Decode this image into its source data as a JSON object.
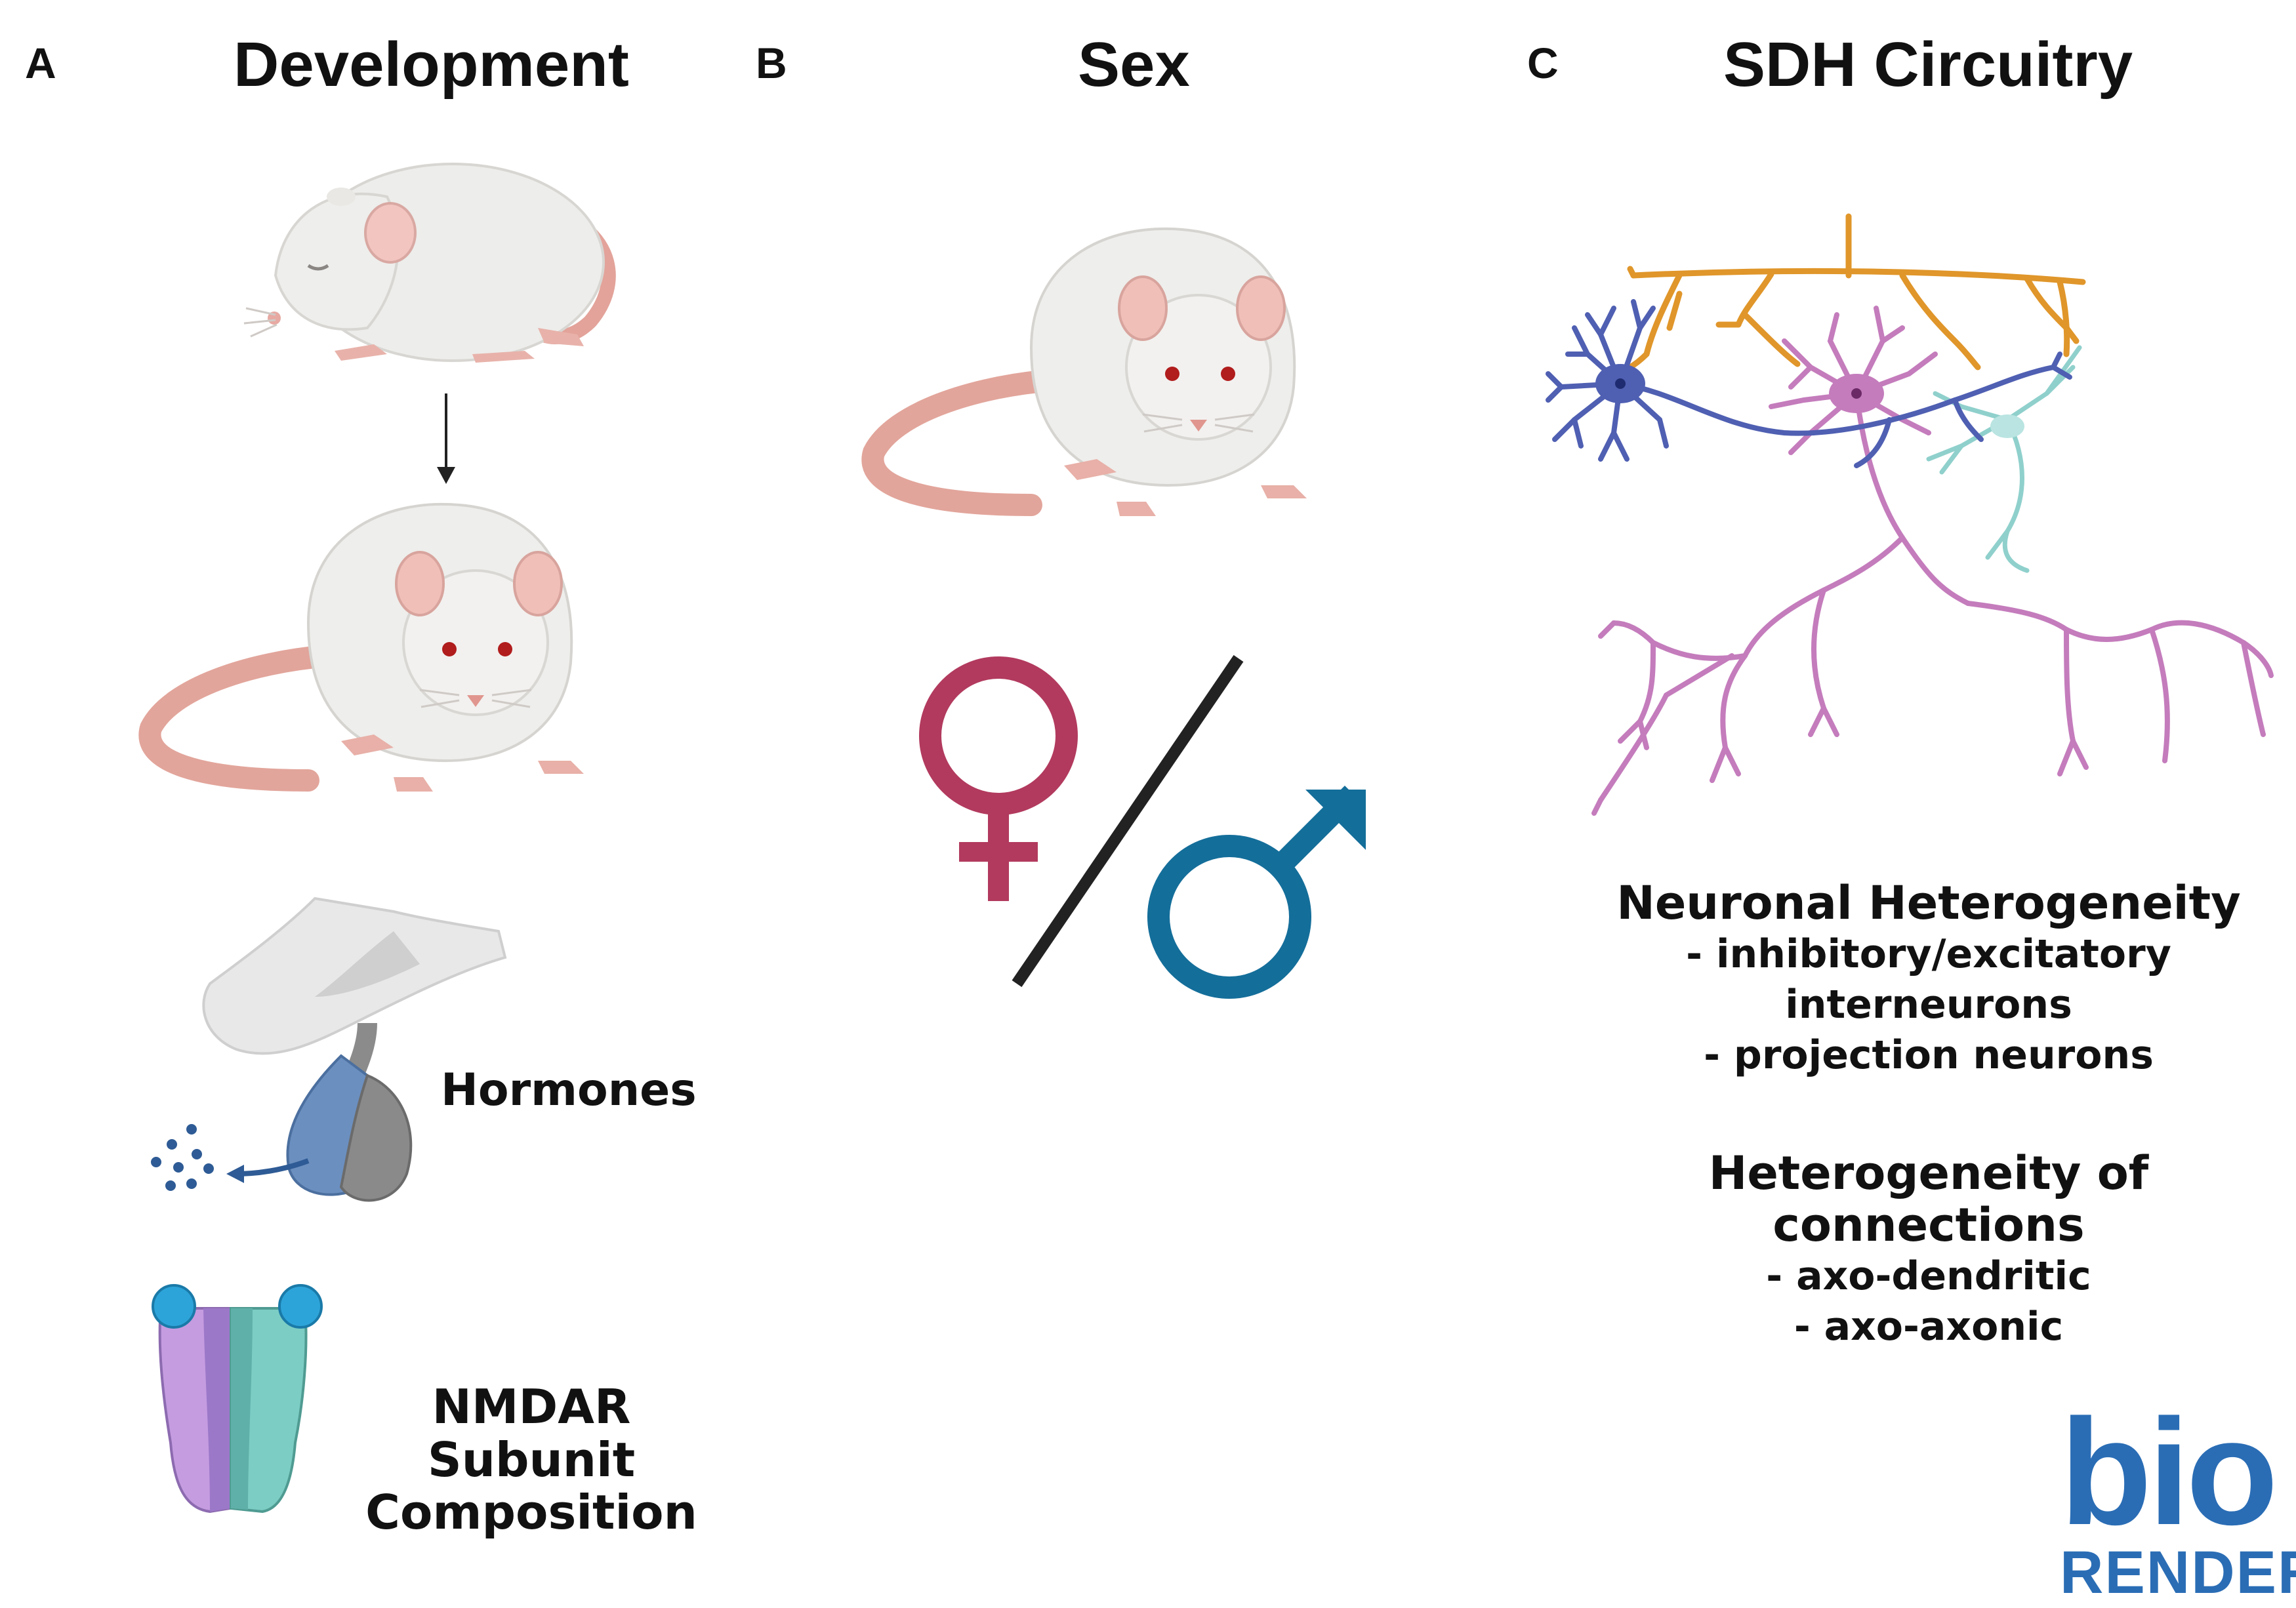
{
  "panels": {
    "a": {
      "letter": "A",
      "title": "Development"
    },
    "b": {
      "letter": "B",
      "title": "Sex"
    },
    "c": {
      "letter": "C",
      "title": "SDH Circuitry"
    }
  },
  "labels": {
    "hormones": "Hormones",
    "nmdar_line1": "NMDAR Subunit",
    "nmdar_line2": "Composition"
  },
  "circuitry": {
    "neuronal_heading": "Neuronal Heterogeneity",
    "neuronal_items": [
      "- inhibitory/excitatory",
      "interneurons",
      "- projection neurons"
    ],
    "connections_heading_line1": "Heterogeneity of",
    "connections_heading_line2": "connections",
    "connection_items": [
      "- axo-dendritic",
      "- axo-axonic"
    ]
  },
  "logo": {
    "top": "bio",
    "bottom": "RENDER"
  },
  "colors": {
    "female": "#b23a5e",
    "male": "#146e9a",
    "orange_neuron": "#e0962a",
    "blue_neuron": "#4f5fb2",
    "pink_neuron": "#c47cbc",
    "teal_neuron": "#8fd0cc",
    "logo": "#2a6db5"
  }
}
